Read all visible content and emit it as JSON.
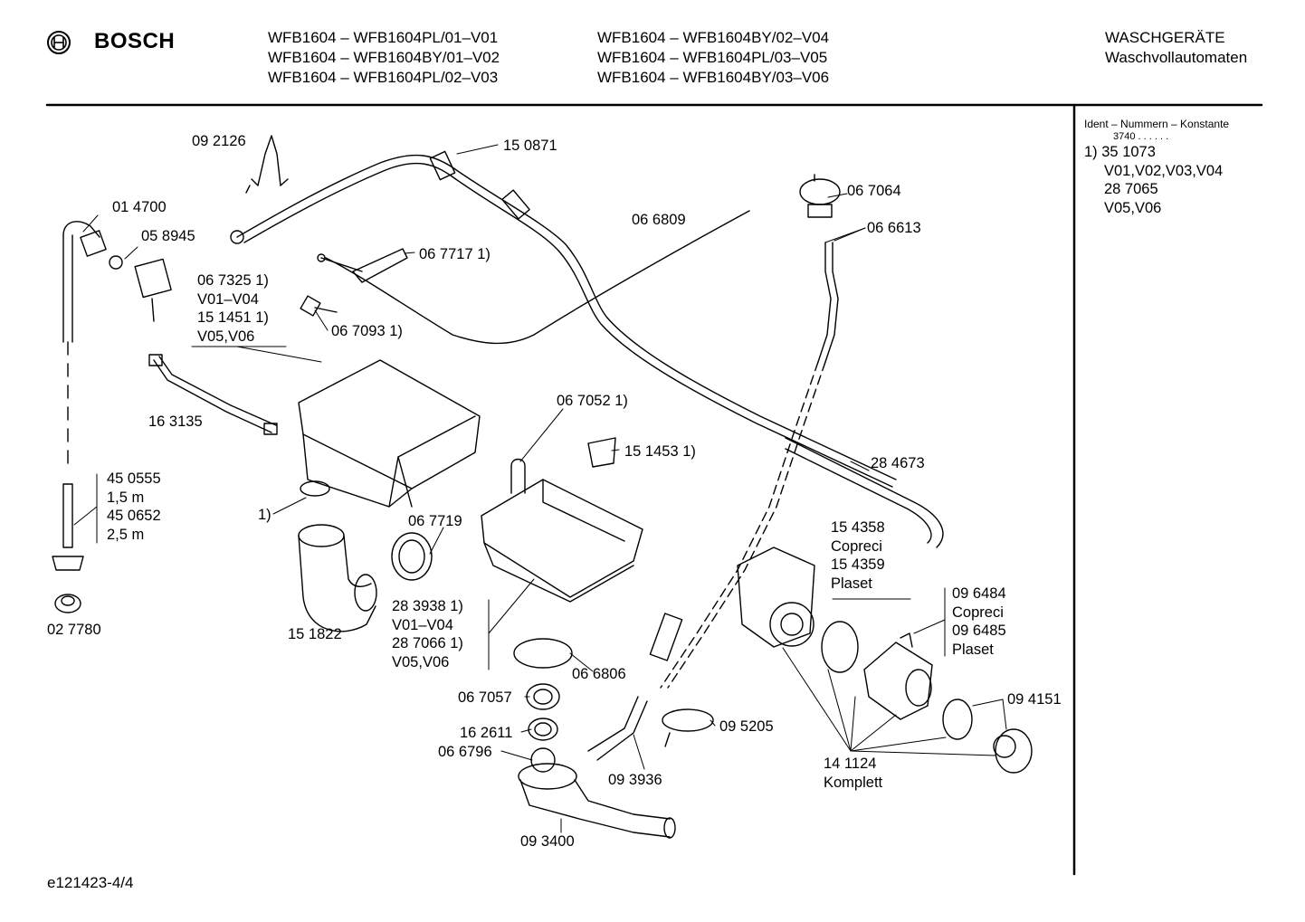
{
  "header": {
    "brand": "BOSCH",
    "models_col1": [
      "WFB1604 – WFB1604PL/01–V01",
      "WFB1604 – WFB1604BY/01–V02",
      "WFB1604 – WFB1604PL/02–V03"
    ],
    "models_col2": [
      "WFB1604 – WFB1604BY/02–V04",
      "WFB1604 – WFB1604PL/03–V05",
      "WFB1604 – WFB1604BY/03–V06"
    ],
    "category": "WASCHGERÄTE",
    "subcategory": "Waschvollautomaten"
  },
  "sidebar": {
    "title": "Ident – Nummern – Konstante",
    "constant": "3740 . .   . . . .",
    "lines": [
      "1) 35 1073",
      "V01,V02,V03,V04",
      "28 7065",
      "V05,V06"
    ]
  },
  "parts": {
    "p092126": "09 2126",
    "p150871": "15 0871",
    "p014700": "01 4700",
    "p058945": "05 8945",
    "p066809": "06 6809",
    "p067064": "06 7064",
    "p066613": "06 6613",
    "p067717": "06 7717 1)",
    "p067325": [
      "06 7325 1)",
      "V01–V04",
      "15 1451 1)",
      "V05,V06"
    ],
    "p067093": "06 7093 1)",
    "p163135": "16 3135",
    "p067052": "06 7052 1)",
    "p151453": "15 1453 1)",
    "p284673": "28 4673",
    "p450555": [
      "45 0555",
      "1,5 m",
      "45 0652",
      "2,5 m"
    ],
    "p1paren": "1)",
    "p067719": "06 7719",
    "p154358": [
      "15 4358",
      "Copreci",
      "15 4359",
      "Plaset"
    ],
    "p027780": "02 7780",
    "p151822": "15 1822",
    "p283938": [
      "28 3938 1)",
      "V01–V04",
      "28 7066 1)",
      "V05,V06"
    ],
    "p096484": [
      "09 6484",
      "Copreci",
      "09 6485",
      "Plaset"
    ],
    "p066806": "06 6806",
    "p067057": "06 7057",
    "p094151": "09 4151",
    "p095205": "09 5205",
    "p162611": "16 2611",
    "p066796": "06 6796",
    "p093936": "09 3936",
    "p141124": [
      "14 1124",
      "Komplett"
    ],
    "p093400": "09 3400"
  },
  "footer": {
    "code": "e121423-4/4"
  }
}
